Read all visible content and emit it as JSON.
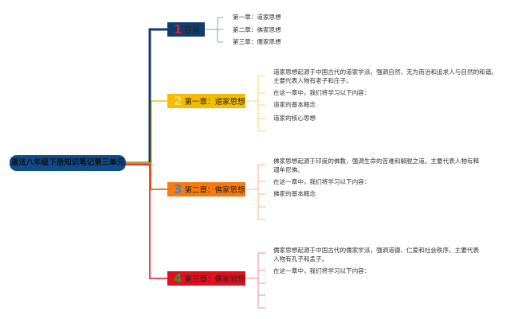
{
  "root": {
    "label": "道法八年级下册知识笔记第三单元"
  },
  "branches": [
    {
      "num": "1",
      "label": "目录",
      "color": "#0f3d6e",
      "num_color": "#d81b3a",
      "leaves": [
        "第一章：道家思想",
        "第二章：佛家思想",
        "第三章：儒家思想"
      ]
    },
    {
      "num": "2",
      "label": "第一章：道家思想",
      "color": "#f5bd00",
      "num_color": "#f9d86a",
      "leaves": [
        "道家思想起源于中国古代的道家学派，强调自然、无为而治和追求人与自然的和谐。主要代表人物有老子和庄子。",
        "在这一章中，我们将学习以下内容：",
        "道家的基本概念",
        "道家的核心思想"
      ]
    },
    {
      "num": "3",
      "label": "第二章：佛家思想",
      "color": "#f77a0f",
      "num_color": "#3f86c4",
      "leaves": [
        "佛家思想起源于印度的佛教，强调生命的苦难和解脱之道。主要代表人物有释迦牟尼佛。",
        "在这一章中，我们将学习以下内容：",
        "佛家的基本概念"
      ]
    },
    {
      "num": "4",
      "label": "第三章：儒家思想",
      "color": "#e0101f",
      "num_color": "#2e9a2e",
      "leaves": [
        "儒家思想起源于中国古代的儒家学派，强调道德、仁爱和社会秩序。主要代表人物有孔子和孟子。",
        "在这一章中，我们将学习以下内容："
      ]
    }
  ]
}
